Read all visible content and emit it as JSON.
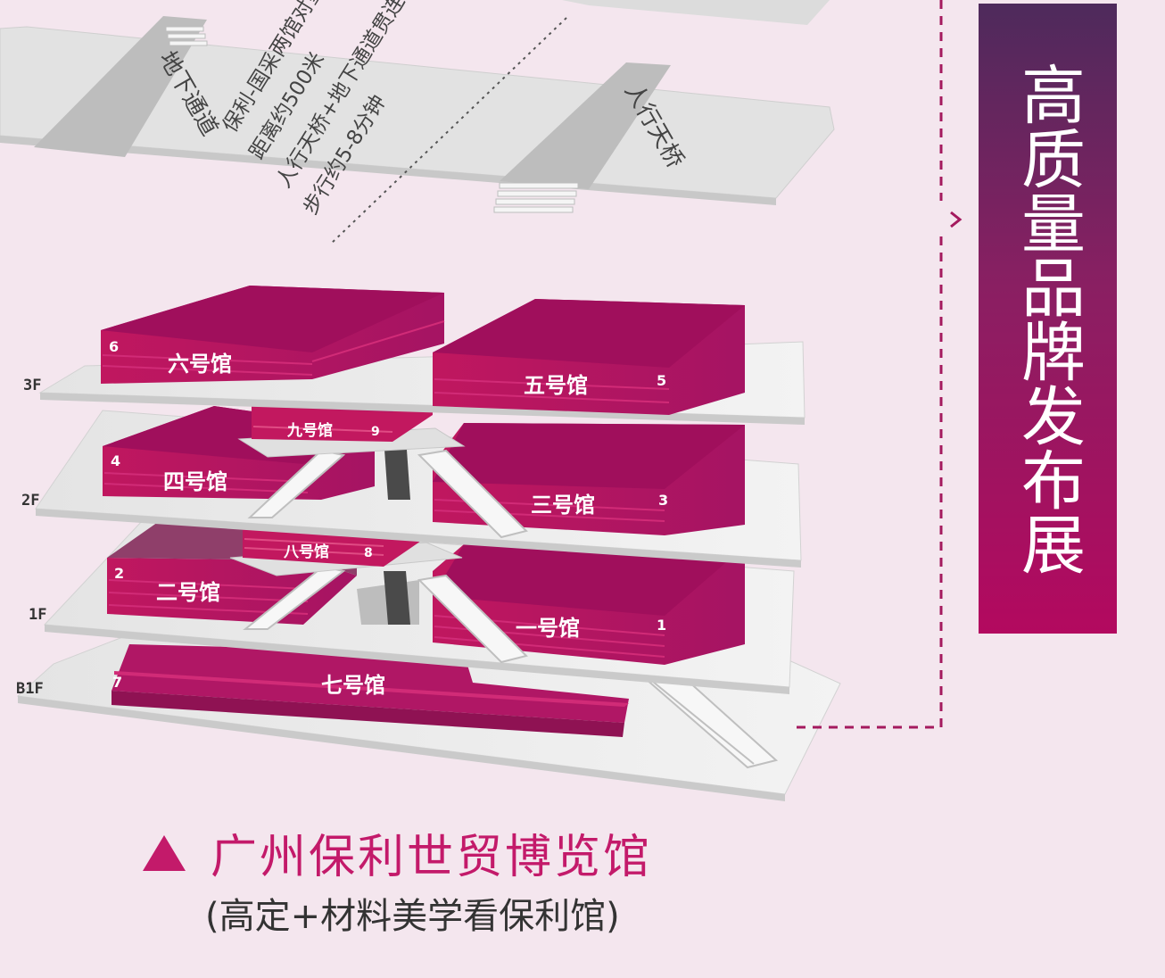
{
  "banner": {
    "text": "高质量品牌发布展"
  },
  "top_area": {
    "underpass_label": "地下通道",
    "skybridge_label": "人行天桥",
    "info_lines": [
      "保利-国采两馆对望",
      "距离约500米",
      "人行天桥+地下通道贯连",
      "步行约5-8分钟"
    ]
  },
  "floors": [
    "3F",
    "2F",
    "1F",
    "B1F"
  ],
  "halls": [
    {
      "name": "六号馆",
      "number": "6"
    },
    {
      "name": "五号馆",
      "number": "5"
    },
    {
      "name": "九号馆",
      "number": "9"
    },
    {
      "name": "四号馆",
      "number": "4"
    },
    {
      "name": "三号馆",
      "number": "3"
    },
    {
      "name": "八号馆",
      "number": "8"
    },
    {
      "name": "二号馆",
      "number": "2"
    },
    {
      "name": "一号馆",
      "number": "1"
    },
    {
      "name": "七号馆",
      "number": "7"
    }
  ],
  "venue": {
    "name": "广州保利世贸博览馆",
    "subtitle": "(高定+材料美学看保利馆)"
  },
  "colors": {
    "hall_front": "#b01765",
    "hall_top": "#c81a6c",
    "hall_side": "#8f1253",
    "floor_plate": "#e6e6e6",
    "banner_top": "#4e2a5c",
    "banner_bottom": "#b3095f",
    "accent": "#c31a6a"
  }
}
